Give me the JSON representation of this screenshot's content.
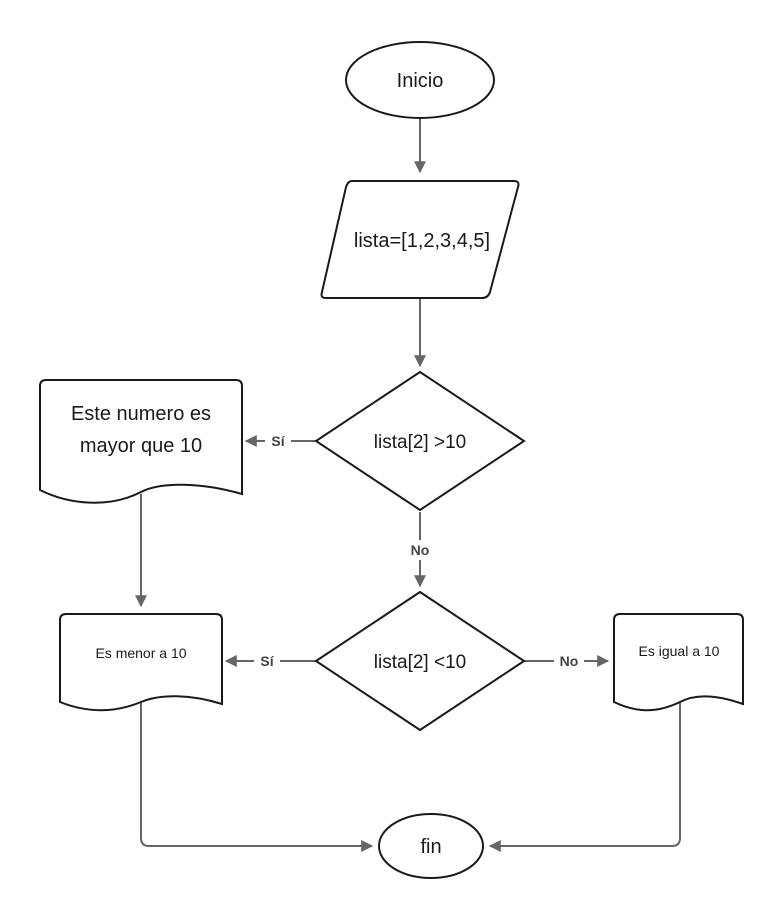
{
  "nodes": {
    "start": "Inicio",
    "input": "lista=[1,2,3,4,5]",
    "cond1": "lista[2] >10",
    "doc_greater_line1": "Este numero es",
    "doc_greater_line2": "mayor que 10",
    "cond2": "lista[2] <10",
    "doc_less": "Es menor a 10",
    "doc_equal": "Es igual a 10",
    "end": "fin"
  },
  "edges": {
    "cond1_yes": "Sí",
    "cond1_no": "No",
    "cond2_yes": "Sí",
    "cond2_no": "No"
  },
  "colors": {
    "stroke": "#1a1a1a",
    "connector": "#666666"
  }
}
